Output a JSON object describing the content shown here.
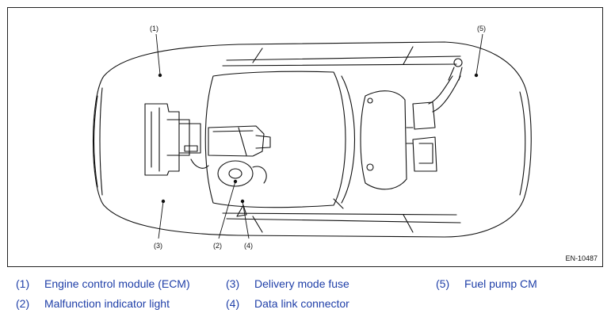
{
  "figure": {
    "id": "EN-10487",
    "callouts": [
      "(1)",
      "(2)",
      "(3)",
      "(4)",
      "(5)"
    ]
  },
  "legend": [
    {
      "num": "(1)",
      "label": "Engine control module (ECM)"
    },
    {
      "num": "(2)",
      "label": "Malfunction indicator light"
    },
    {
      "num": "(3)",
      "label": "Delivery mode fuse"
    },
    {
      "num": "(4)",
      "label": "Data link connector"
    },
    {
      "num": "(5)",
      "label": "Fuel pump CM"
    }
  ],
  "colors": {
    "legend_text": "#1f3fa8",
    "line": "#111111"
  }
}
